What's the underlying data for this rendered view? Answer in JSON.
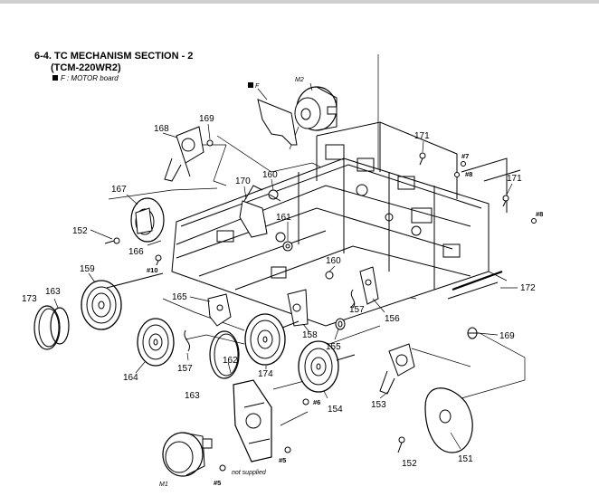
{
  "header": {
    "title": "6-4. TC MECHANISM SECTION - 2",
    "subtitle": "(TCM-220WR2)",
    "legend": "F : MOTOR board"
  },
  "diagram": {
    "labels": [
      {
        "text": "M2"
      },
      {
        "text": "F"
      },
      {
        "text": "168"
      },
      {
        "text": "169"
      },
      {
        "text": "171"
      },
      {
        "text": "#7"
      },
      {
        "text": "#8"
      },
      {
        "text": "171"
      },
      {
        "text": "#8"
      },
      {
        "text": "167"
      },
      {
        "text": "170"
      },
      {
        "text": "160"
      },
      {
        "text": "161"
      },
      {
        "text": "152"
      },
      {
        "text": "166"
      },
      {
        "text": "#10"
      },
      {
        "text": "159"
      },
      {
        "text": "160"
      },
      {
        "text": "172"
      },
      {
        "text": "173"
      },
      {
        "text": "163"
      },
      {
        "text": "165"
      },
      {
        "text": "156"
      },
      {
        "text": "157"
      },
      {
        "text": "158"
      },
      {
        "text": "155"
      },
      {
        "text": "169"
      },
      {
        "text": "162"
      },
      {
        "text": "164"
      },
      {
        "text": "157"
      },
      {
        "text": "174"
      },
      {
        "text": "163"
      },
      {
        "text": "154"
      },
      {
        "text": "153"
      },
      {
        "text": "#6"
      },
      {
        "text": "151"
      },
      {
        "text": "#5"
      },
      {
        "text": "152"
      },
      {
        "text": "M1"
      },
      {
        "text": "#5"
      },
      {
        "text": "not supplied"
      }
    ]
  }
}
